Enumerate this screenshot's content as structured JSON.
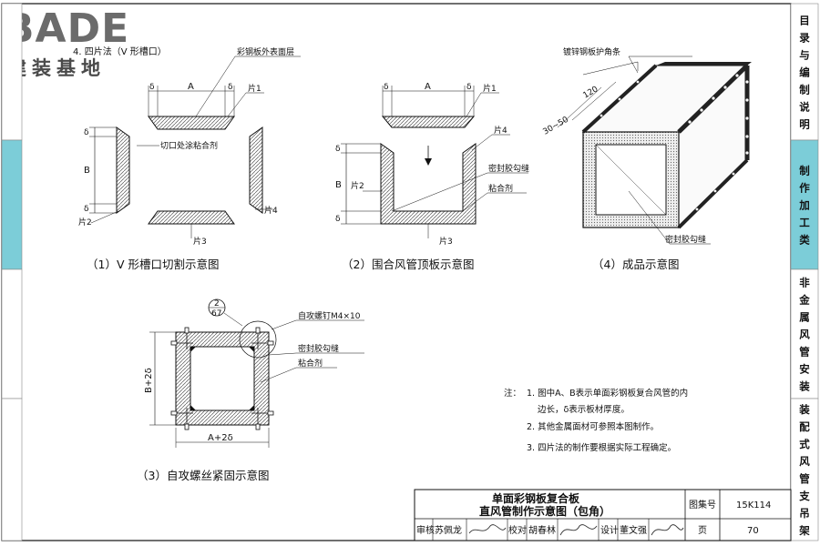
{
  "logo": {
    "brand": "BADE",
    "subtitle": "建装基地"
  },
  "section_title": "4. 四片法（V 形槽口）",
  "side_tabs": [
    {
      "label": "目录与编制说明",
      "active": false
    },
    {
      "label": "制作加工类",
      "active": true
    },
    {
      "label": "非金属风管安装",
      "active": false
    },
    {
      "label": "装配式风管支吊架",
      "active": false
    }
  ],
  "fig1": {
    "caption": "（1）V 形槽口切割示意图",
    "labels": {
      "outer_layer": "彩钢板外表面层",
      "glue": "切口处涂粘合剂",
      "piece1": "片1",
      "piece2": "片2",
      "piece3": "片3",
      "piece4": "片4",
      "dim_a": "A",
      "dim_b": "B",
      "delta": "δ"
    }
  },
  "fig2": {
    "caption": "（2）围合风管顶板示意图",
    "labels": {
      "piece1": "片1",
      "piece2": "片2",
      "piece3": "片3",
      "piece4": "片4",
      "sealant": "密封胶勾缝",
      "adhesive": "粘合剂",
      "dim_a": "A",
      "dim_b": "B",
      "delta": "δ"
    }
  },
  "fig3": {
    "caption": "（3）自攻螺丝紧固示意图",
    "labels": {
      "screw": "自攻螺钉M4×10",
      "sealant": "密封胶勾缝",
      "adhesive": "粘合剂",
      "dim_w": "A+2δ",
      "dim_h": "B+2δ",
      "detail_top": "2",
      "detail_bottom": "67"
    }
  },
  "fig4": {
    "caption": "（4）成品示意图",
    "labels": {
      "corner": "镀锌钢板护角条",
      "dim_120": "120",
      "dim_3050": "30~50",
      "sealant": "密封胶勾缝"
    }
  },
  "notes": {
    "prefix": "注：",
    "items": [
      "1. 图中A、B表示单面彩钢板复合风管的内",
      "边长，δ表示板材厚度。",
      "2. 其他金属面材可参照本图制作。",
      "3. 四片法的制作要根据实际工程确定。"
    ]
  },
  "title_block": {
    "title_line1": "单面彩钢板复合板",
    "title_line2": "直风管制作示意图（包角）",
    "atlas_label": "图集号",
    "atlas_no": "15K114",
    "page_label": "页",
    "page_no": "70",
    "review_label": "审核",
    "review_name": "苏佩龙",
    "check_label": "校对",
    "check_name": "胡春林",
    "design_label": "设计",
    "design_name": "董文强"
  }
}
